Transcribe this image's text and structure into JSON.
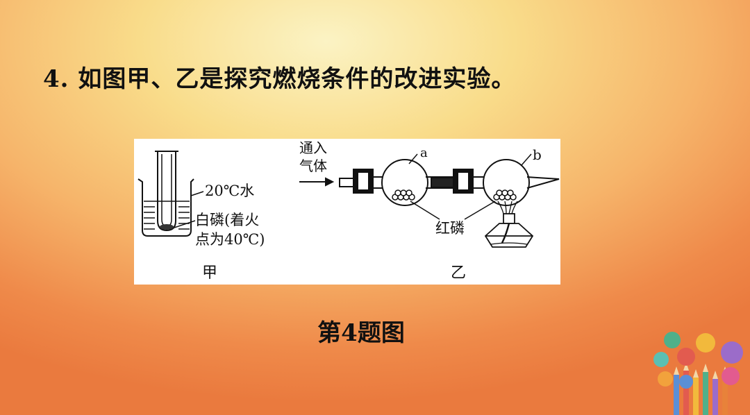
{
  "question": {
    "text": "4. 如图甲、乙是探究燃烧条件的改进实验。"
  },
  "figure": {
    "label_water": "20℃水",
    "label_phosphorus_line1": "白磷(着火",
    "label_phosphorus_line2": "点为40℃)",
    "label_jia": "甲",
    "label_gas_line1": "通入",
    "label_gas_line2": "气体",
    "label_a": "a",
    "label_b": "b",
    "label_red_phosphorus": "红磷",
    "label_yi": "乙"
  },
  "caption": {
    "text": "第4题图"
  }
}
